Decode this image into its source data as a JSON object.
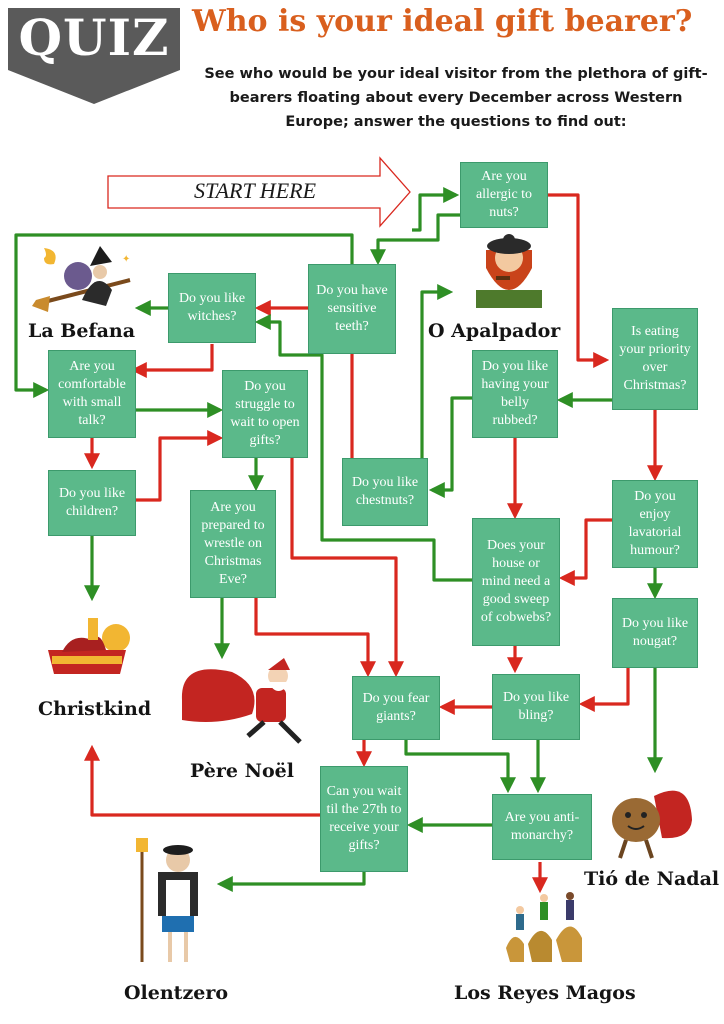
{
  "header": {
    "banner": "QUIZ",
    "title": "Who is your ideal gift bearer?",
    "subtitle": "See who would be your ideal visitor from the plethora of gift-bearers floating about every December across Western Europe; answer the questions to find out:"
  },
  "start_label": "START HERE",
  "colors": {
    "yes": "#2e8f25",
    "no": "#d9281f",
    "box": "#5bb98a",
    "title": "#d95f1e",
    "banner": "#5a5a5a"
  },
  "questions": {
    "allergic": "Are you allergic to nuts?",
    "teeth": "Do you have sensitive teeth?",
    "witches": "Do you like witches?",
    "smalltalk": "Are you comfortable with small talk?",
    "struggle": "Do you struggle to wait to open gifts?",
    "children": "Do you like children?",
    "wrestle": "Are you prepared to wrestle on Christmas Eve?",
    "chestnuts": "Do you like chestnuts?",
    "belly": "Do you like having your belly rubbed?",
    "priority": "Is eating your priority over Christmas?",
    "lavatorial": "Do you enjoy lavatorial humour?",
    "cobwebs": "Does your house or mind need a good sweep of cobwebs?",
    "nougat": "Do you like nougat?",
    "bling": "Do you like bling?",
    "giants": "Do you fear giants?",
    "wait27": "Can you wait til the 27th to receive your gifts?",
    "monarchy": "Are you anti-monarchy?"
  },
  "results": {
    "befana": "La Befana",
    "apalpador": "O Apalpador",
    "christkind": "Christkind",
    "perenoel": "Père Noël",
    "tio": "Tió de Nadal",
    "olentzero": "Olentzero",
    "reyes": "Los Reyes Magos"
  }
}
